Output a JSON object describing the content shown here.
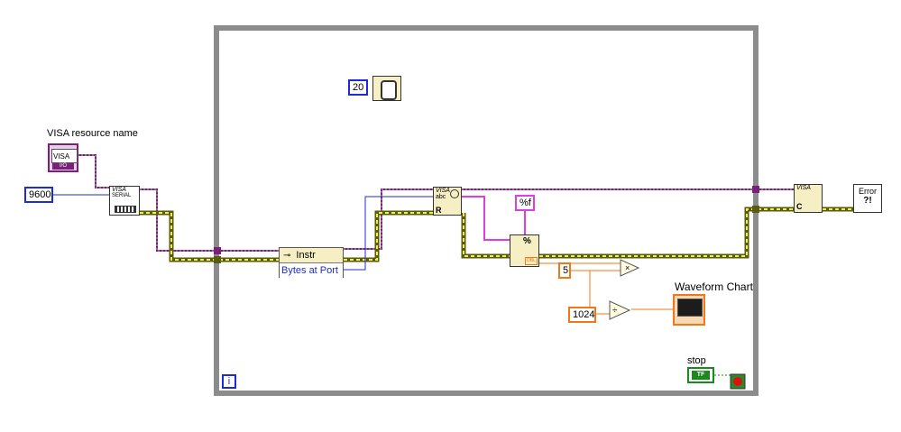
{
  "labels": {
    "visa_resource_name": "VISA resource name",
    "waveform_chart": "Waveform Chart",
    "stop": "stop"
  },
  "constants": {
    "baud_rate": "9600",
    "wait_ms": "20",
    "format_string": "%f",
    "multiplier": "5",
    "divisor": "1024",
    "loop_index": "i"
  },
  "property_node": {
    "class": "Instr",
    "property": "Bytes at Port"
  },
  "icon_text": {
    "visa_control": "VISA",
    "visa_control_sub": "I/O",
    "serial_config": "VISA",
    "serial_config_sub": "SERIAL",
    "visa_read": "VISA",
    "visa_read_sub": "abc",
    "visa_read_r": "R",
    "scan_from_string": "%",
    "scan_dbl": "DBL",
    "visa_close": "VISA",
    "visa_close_c": "C",
    "error_handler": "Error",
    "error_handler_sub": "?!",
    "stop_tf": "TF"
  },
  "colors": {
    "visa_wire": "#7a1f7a",
    "error_wire": "#7a7a10",
    "int_wire": "#1c2bd6",
    "dbl_wire": "#f07818",
    "string_wire": "#e43ce4",
    "bool_wire": "#1a8a1a",
    "loop_border": "#808080"
  }
}
